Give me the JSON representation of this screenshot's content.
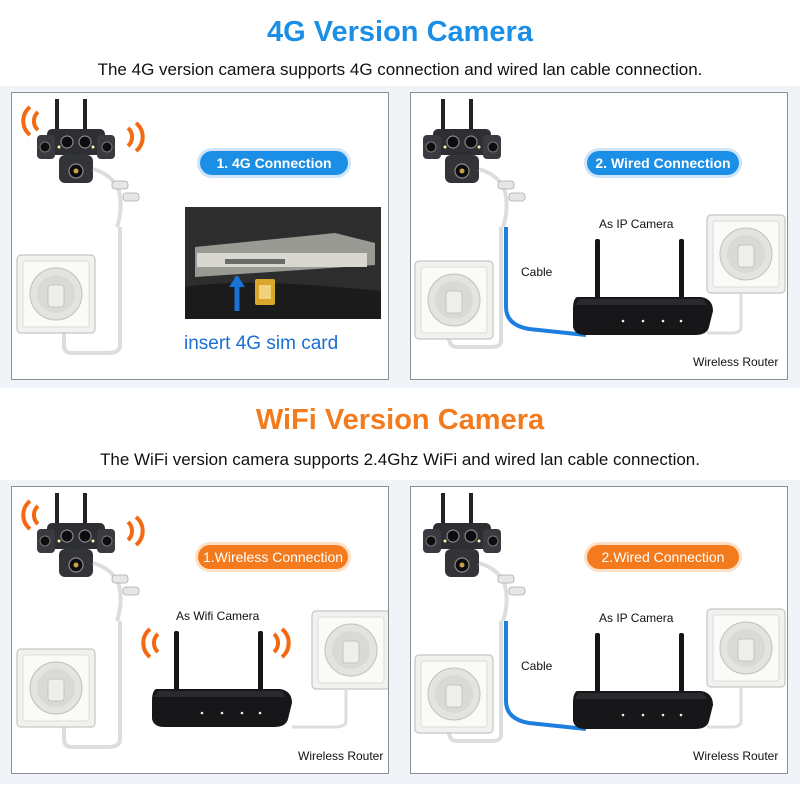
{
  "sections": [
    {
      "title": "4G Version Camera",
      "title_color": "#1b8fe6",
      "description": "The 4G version camera supports 4G connection and wired lan cable connection.",
      "panels": [
        {
          "badge": "1. 4G Connection",
          "caption": "insert 4G sim card"
        },
        {
          "badge": "2. Wired Connection",
          "router_caption": "As IP Camera",
          "cable_label": "Cable",
          "router_label": "Wireless Router"
        }
      ]
    },
    {
      "title": "WiFi Version Camera",
      "title_color": "#f37b1d",
      "description": "The WiFi version camera supports 2.4Ghz WiFi and wired lan cable connection.",
      "panels": [
        {
          "badge": "1.Wireless Connection",
          "router_caption": "As Wifi Camera",
          "router_label": "Wireless Router"
        },
        {
          "badge": "2.Wired Connection",
          "router_caption": "As IP Camera",
          "cable_label": "Cable",
          "router_label": "Wireless Router"
        }
      ]
    }
  ],
  "colors": {
    "blue_accent": "#1b8fe6",
    "orange_accent": "#f37b1d",
    "signal": "#f36a10",
    "cable_blue": "#1f7fe0"
  }
}
